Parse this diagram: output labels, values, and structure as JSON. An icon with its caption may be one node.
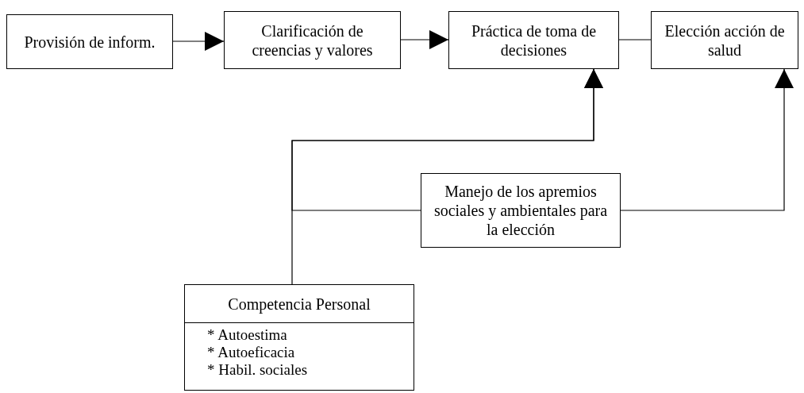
{
  "diagram": {
    "nodes": [
      {
        "text": [
          "Provisión de inform."
        ]
      },
      {
        "text": [
          "Clarificación de creencias y valores"
        ]
      },
      {
        "text": [
          "Práctica de toma de decisiones"
        ]
      },
      {
        "text": [
          "Elección acción de salud"
        ]
      },
      {
        "text": [
          "Manejo de los apremios sociales y ambientales para la elección"
        ]
      },
      {
        "text": [
          "Competencia Personal",
          "* Autoestima",
          "* Autoeficacia",
          "* Habil. sociales"
        ]
      }
    ],
    "edges": [
      {
        "from": 0,
        "to": 1,
        "arrow": "to"
      },
      {
        "from": 1,
        "to": 2,
        "arrow": "to"
      },
      {
        "from": 2,
        "to": 3,
        "arrow": "none"
      },
      {
        "from": 5,
        "to": 2,
        "arrow": "to"
      },
      {
        "from": 4,
        "to": 2,
        "arrow": "to"
      },
      {
        "from": 4,
        "to": 3,
        "arrow": "to"
      }
    ]
  }
}
